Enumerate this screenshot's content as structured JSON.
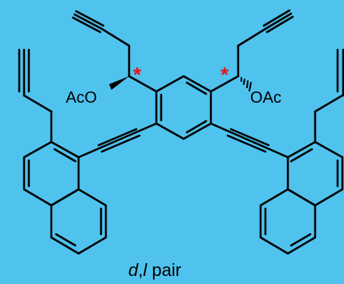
{
  "labels": {
    "left_acetate": "AcO",
    "right_acetate": "OAc",
    "stereo_left": "*",
    "stereo_right": "*"
  },
  "caption": {
    "part_d": "d",
    "part_comma": ",",
    "part_l": "l",
    "part_pair": " pair"
  },
  "colors": {
    "background": "#4fc3ee",
    "bond": "#000000",
    "stereo_marker": "#e8141b"
  }
}
